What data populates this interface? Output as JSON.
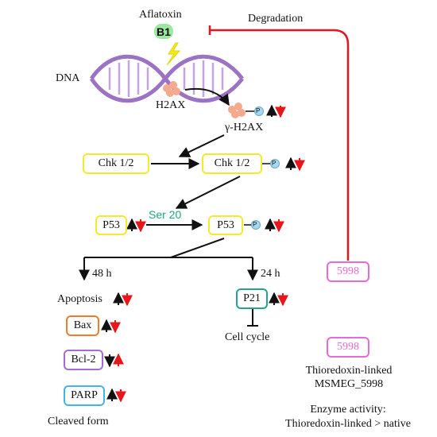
{
  "aflatoxin": "Aflatoxin",
  "b1": "B1",
  "degradation": "Degradation",
  "dna": "DNA",
  "h2ax": "H2AX",
  "gamma_h2ax": "γ-H2AX",
  "p_label": "P",
  "chk_left": "Chk 1/2",
  "chk_right": "Chk 1/2",
  "ser20": "Ser 20",
  "p53_left": "P53",
  "p53_right": "P53",
  "h48": "48 h",
  "h24": "24 h",
  "apoptosis": "Apoptosis",
  "bax": "Bax",
  "bcl2": "Bcl-2",
  "parp": "PARP",
  "cleaved_form": "Cleaved form",
  "p21": "P21",
  "cell_cycle": "Cell cycle",
  "enzyme_box_1": "5998",
  "enzyme_box_2": "5998",
  "thioredoxin_line1": "Thioredoxin-linked",
  "thioredoxin_line2": "MSMEG_5998",
  "enzyme_activity_line1": "Enzyme activity:",
  "enzyme_activity_line2": "Thioredoxin-linked > native",
  "colors": {
    "up_arrow": "#111111",
    "down_arrow": "#e8151b",
    "inhibition_line": "#e8151b",
    "dna_strand": "#9b72c4",
    "dna_rung": "#c4a5dd",
    "histone": "#f6a98d",
    "phospho": "#a8d8f0",
    "lightning": "#f3ec16"
  }
}
